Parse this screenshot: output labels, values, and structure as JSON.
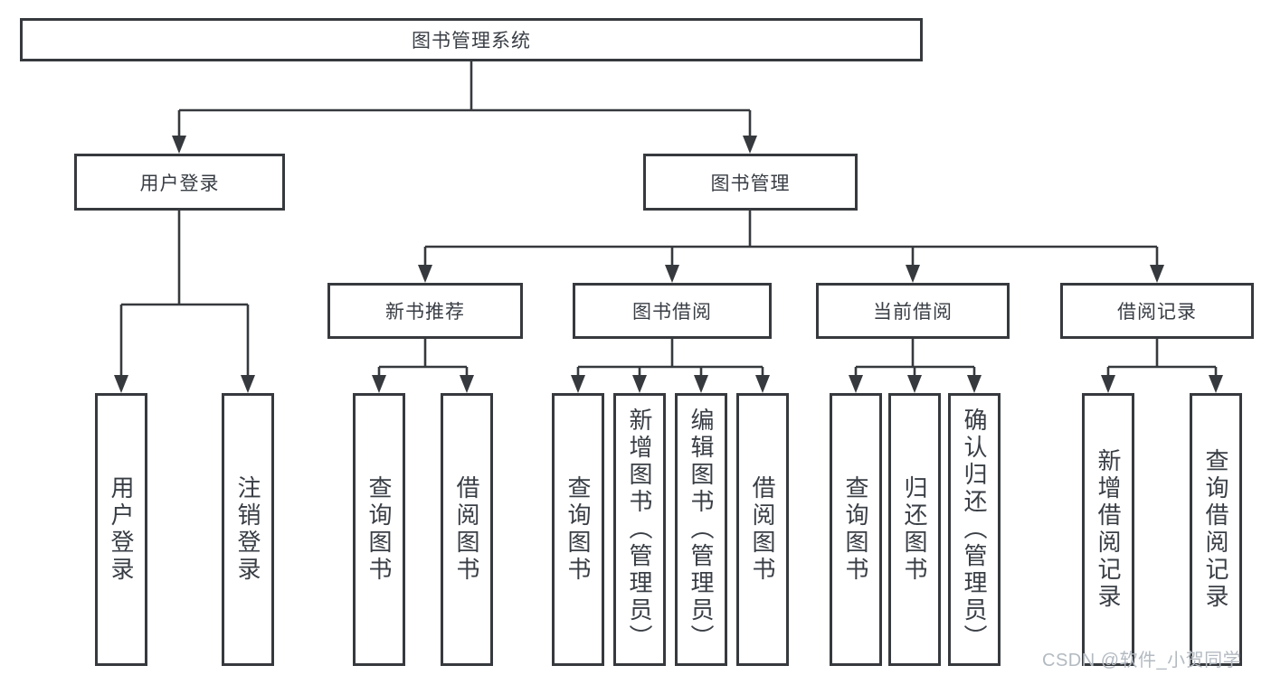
{
  "diagram_title": "图书管理系统",
  "watermark": "CSDN @软件_小贺同学",
  "colors": {
    "line": "#36393d",
    "text": "#393e45",
    "background": "#ffffff",
    "watermark": "#b3bac1"
  },
  "tree": {
    "root": "图书管理系统",
    "branches": [
      {
        "label": "用户登录",
        "children": [
          "用户登录",
          "注销登录"
        ]
      },
      {
        "label": "图书管理",
        "children": [
          {
            "label": "新书推荐",
            "children": [
              "查询图书",
              "借阅图书"
            ]
          },
          {
            "label": "图书借阅",
            "children": [
              "查询图书",
              "新增图书（管理员）",
              "编辑图书（管理员）",
              "借阅图书"
            ]
          },
          {
            "label": "当前借阅",
            "children": [
              "查询图书",
              "归还图书",
              "确认归还（管理员）"
            ]
          },
          {
            "label": "借阅记录",
            "children": [
              "新增借阅记录",
              "查询借阅记录"
            ]
          }
        ]
      }
    ]
  }
}
